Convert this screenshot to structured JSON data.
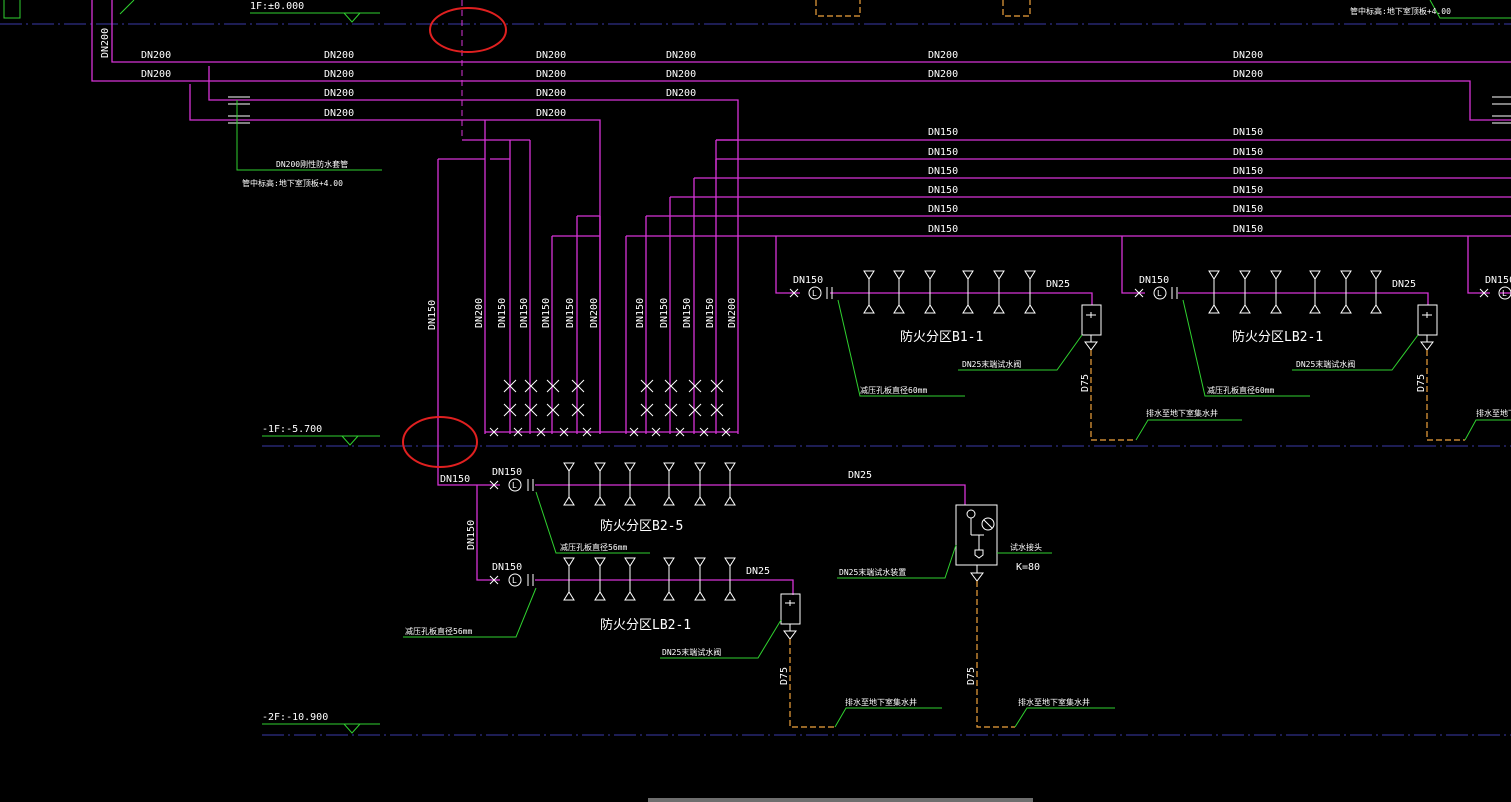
{
  "colors": {
    "background": "#000000",
    "pipe": "#d633d6",
    "leader": "#2fd12f",
    "floor_line": "#3a3aa8",
    "drain": "#f0a23c",
    "text": "#ffffff",
    "markup": "#e02020"
  },
  "floors": {
    "f1": "1F:±0.000",
    "b1": "-1F:-5.700",
    "b2": "-2F:-10.900"
  },
  "labels": {
    "dn200": "DN200",
    "dn150": "DN150",
    "dn25": "DN25",
    "d75": "D75",
    "tr_note": "管中标高:地下室顶板+4.00",
    "sleeve_note": "DN200刚性防水套管",
    "sleeve_elev": "管中标高:地下室顶板+4.00",
    "zone_b1_1": "防火分区B1-1",
    "zone_lb2_1_right": "防火分区LB2-1",
    "zone_b2_5": "防火分区B2-5",
    "zone_lb2_1": "防火分区LB2-1",
    "test_valve": "DN25末端试水阀",
    "test_device": "DN25末端试水装置",
    "orifice_60": "减压孔板直径60mm",
    "orifice_56a": "减压孔板直径56mm",
    "orifice_56b": "减压孔板直径56mm",
    "drain_pit": "排水至地下室集水井",
    "test_connector": "试水接头",
    "k_value": "K=80"
  }
}
